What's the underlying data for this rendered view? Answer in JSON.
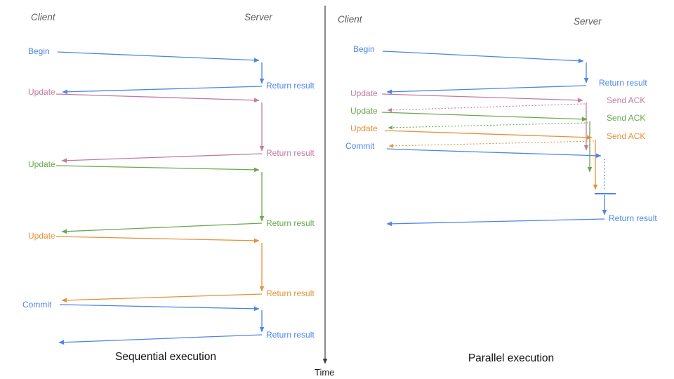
{
  "colors": {
    "blue": "#4a86e8",
    "pink": "#c27ba0",
    "green": "#6aa84f",
    "orange": "#e69138",
    "axis_gray": "#3d3d3d",
    "heading_gray": "#5b5b5b",
    "caption_black": "#111111"
  },
  "time_axis": {
    "label": "Time"
  },
  "sequential": {
    "caption": "Sequential execution",
    "client": "Client",
    "server": "Server",
    "steps": [
      {
        "request": "Begin",
        "response": "Return result",
        "color": "blue",
        "response_style": "solid"
      },
      {
        "request": "Update",
        "response": "Return result",
        "color": "pink",
        "response_style": "solid"
      },
      {
        "request": "Update",
        "response": "Return result",
        "color": "green",
        "response_style": "solid"
      },
      {
        "request": "Update",
        "response": "Return result",
        "color": "orange",
        "response_style": "solid"
      },
      {
        "request": "Commit",
        "response": "Return result",
        "color": "blue",
        "response_style": "solid"
      }
    ]
  },
  "parallel": {
    "caption": "Parallel execution",
    "client": "Client",
    "server": "Server",
    "steps": [
      {
        "request": "Begin",
        "response": "Return result",
        "color": "blue",
        "response_style": "solid"
      },
      {
        "request": "Update",
        "response": "Send ACK",
        "color": "pink",
        "response_style": "dotted"
      },
      {
        "request": "Update",
        "response": "Send ACK",
        "color": "green",
        "response_style": "dotted"
      },
      {
        "request": "Update",
        "response": "Send ACK",
        "color": "orange",
        "response_style": "dotted"
      },
      {
        "request": "Commit",
        "response": "Return result",
        "color": "blue",
        "response_style": "solid"
      }
    ]
  }
}
